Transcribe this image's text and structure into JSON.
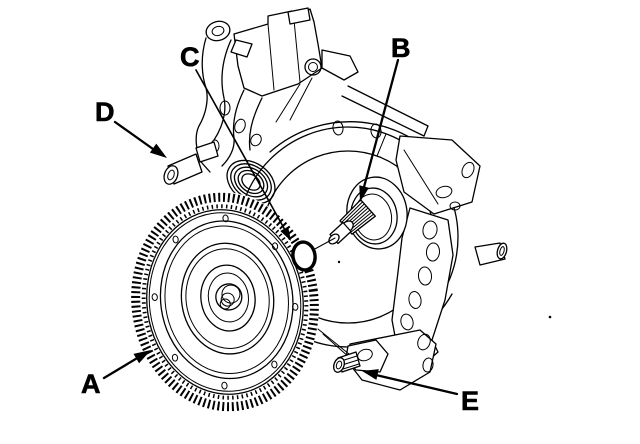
{
  "figure": {
    "background_color": "#ffffff",
    "ink_color": "#000000",
    "callouts": {
      "a": {
        "label": "A"
      },
      "b": {
        "label": "B"
      },
      "c": {
        "label": "C"
      },
      "d": {
        "label": "D"
      },
      "e": {
        "label": "E"
      }
    }
  }
}
